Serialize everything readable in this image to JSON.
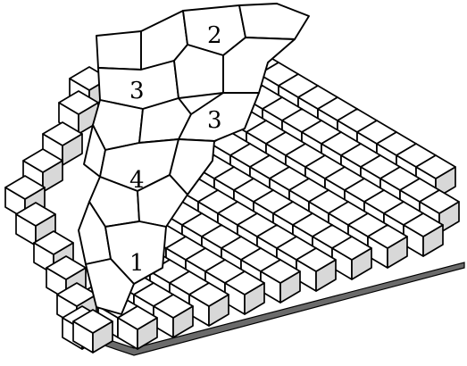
{
  "labels": [
    {
      "id": "label-top",
      "text": "2"
    },
    {
      "id": "label-upper-left",
      "text": "3"
    },
    {
      "id": "label-upper-right",
      "text": "3"
    },
    {
      "id": "label-middle",
      "text": "4"
    },
    {
      "id": "label-bottom",
      "text": "1"
    }
  ],
  "colors": {
    "line": "#000000",
    "face_light": "#ffffff",
    "face_shade": "#d8d8d8",
    "shadow": "#6b6b6b"
  }
}
